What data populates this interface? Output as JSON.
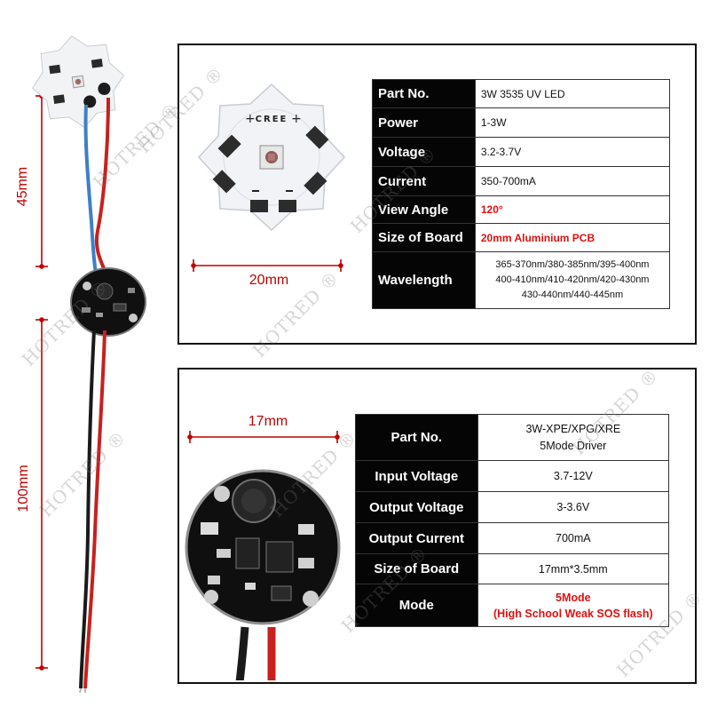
{
  "led": {
    "silkscreen": "CREE",
    "dimension": "20mm",
    "specs": [
      {
        "label": "Part No.",
        "value": "3W 3535 UV LED",
        "highlight": false
      },
      {
        "label": "Power",
        "value": "1-3W",
        "highlight": false
      },
      {
        "label": "Voltage",
        "value": "3.2-3.7V",
        "highlight": false
      },
      {
        "label": "Current",
        "value": "350-700mA",
        "highlight": false
      },
      {
        "label": "View Angle",
        "value": "120°",
        "highlight": true
      },
      {
        "label": "Size of Board",
        "value": "20mm Aluminium PCB",
        "highlight": true
      },
      {
        "label": "Wavelength",
        "lines": [
          "365-370nm/380-385nm/395-400nm",
          "400-410nm/410-420nm/420-430nm",
          "430-440nm/440-445nm"
        ],
        "highlight": false
      }
    ]
  },
  "driver": {
    "dimension": "17mm",
    "specs": [
      {
        "label": "Part No.",
        "lines": [
          "3W-XPE/XPG/XRE",
          "5Mode Driver"
        ],
        "highlight": false
      },
      {
        "label": "Input Voltage",
        "value": "3.7-12V",
        "highlight": false
      },
      {
        "label": "Output Voltage",
        "value": "3-3.6V",
        "highlight": false
      },
      {
        "label": "Output Current",
        "value": "700mA",
        "highlight": false
      },
      {
        "label": "Size of Board",
        "value": "17mm*3.5mm",
        "highlight": false
      },
      {
        "label": "Mode",
        "lines": [
          "5Mode",
          "(High School Weak SOS flash)"
        ],
        "highlight": true
      }
    ]
  },
  "assembly": {
    "dimension_top": "45mm",
    "dimension_bottom": "100mm"
  },
  "watermark": "HOTRED ®",
  "colors": {
    "dimension": "#c00000",
    "highlight": "#e01010",
    "wire_red": "#c8201e",
    "wire_blue": "#3f7fc8",
    "wire_black": "#1a1a1a"
  }
}
